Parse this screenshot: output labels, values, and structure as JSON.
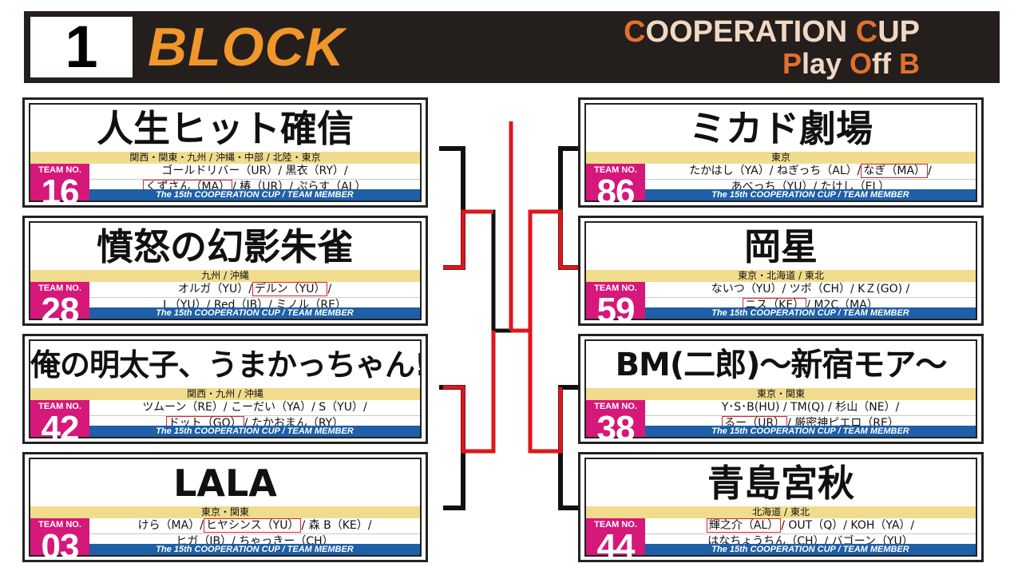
{
  "header": {
    "block_number": "1",
    "block_label": "BLOCK",
    "cup_line1_a": "C",
    "cup_line1_b": "OOPERATION ",
    "cup_line1_c": "C",
    "cup_line1_d": "UP",
    "cup_line2_a": "P",
    "cup_line2_b": "lay ",
    "cup_line2_c": "O",
    "cup_line2_d": "ff ",
    "cup_line2_e": "B"
  },
  "colors": {
    "header_bg": "#241f1c",
    "block_orange": "#f0962a",
    "badge_magenta": "#d5187a",
    "region_yellow": "#f0dc8c",
    "footer_blue": "#1e5fa8",
    "highlight_red": "#d8262d",
    "bracket_black": "#111111",
    "bracket_red": "#e0161b"
  },
  "common": {
    "team_no_label": "TEAM NO.",
    "footer_text": "The 15th COOPERATION CUP / TEAM MEMBER"
  },
  "left_teams": [
    {
      "name": "人生ヒット確信",
      "region": "関西・関東・九州 / 沖縄・中部 / 北陸・東京",
      "number": "16",
      "line1_pre": "ゴールドリバー（UR）/ 黒衣（RY）/",
      "line1_hl": "",
      "line1_post": "",
      "line2_pre": "",
      "line2_hl": "くずさん（MA）",
      "line2_post": "/ 椿（UR）/ ぷらす（AL）"
    },
    {
      "name": "憤怒の幻影朱雀",
      "region": "九州 / 沖縄",
      "number": "28",
      "line1_pre": "オルガ（YU）/",
      "line1_hl": "デルン（YU）",
      "line1_post": "/",
      "line2_pre": "L（YU）/ Red（IB）/ ミノル（RE）",
      "line2_hl": "",
      "line2_post": ""
    },
    {
      "name": "俺の明太子、うまかっちゃん!",
      "region": "関西・九州 / 沖縄",
      "number": "42",
      "line1_pre": "ツムーン（RE）/ こーだい（YA）/ S（YU）/",
      "line1_hl": "",
      "line1_post": "",
      "line2_pre": "",
      "line2_hl": "ドット（GO）",
      "line2_post": "/ たかおまん（RY）"
    },
    {
      "name": "LALA",
      "region": "東京・関東",
      "number": "03",
      "line1_pre": "けら（MA）/",
      "line1_hl": "ヒヤシンス（YU）",
      "line1_post": "/ 森 B（KE）/",
      "line2_pre": "ヒガ（IB）/ ちゃっきー（CH）",
      "line2_hl": "",
      "line2_post": ""
    }
  ],
  "right_teams": [
    {
      "name": "ミカド劇場",
      "region": "東京",
      "number": "86",
      "line1_pre": "たかはし（YA）/ ねぎっち（AL）/",
      "line1_hl": "なぎ（MA）",
      "line1_post": "/",
      "line2_pre": "あべっち（YU）/ たけし（EL）",
      "line2_hl": "",
      "line2_post": ""
    },
    {
      "name": "岡星",
      "region": "東京・北海道 / 東北",
      "number": "59",
      "line1_pre": "ないつ（YU）/ ツボ（CH）/ KＺ(GO) /",
      "line1_hl": "",
      "line1_post": "",
      "line2_pre": "",
      "line2_hl": "ニス（KE）",
      "line2_post": "/ M2C（MA）"
    },
    {
      "name": "BM(二郎)〜新宿モア〜",
      "region": "東京・関東",
      "number": "38",
      "line1_pre": "Y･S･B(HU) / TM(Q) / 杉山（NE）/",
      "line1_hl": "",
      "line1_post": "",
      "line2_pre": "",
      "line2_hl": "るー（UR）",
      "line2_post": "/ 厳密神ピエロ（RE）"
    },
    {
      "name": "青島宮秋",
      "region": "北海道 / 東北",
      "number": "44",
      "line1_pre": "",
      "line1_hl": "輝之介（AL）",
      "line1_post": "/ OUT（Q）/ KOH（YA）/",
      "line2_pre": "はなちょうちん（CH）/ バゴーン（YU）",
      "line2_hl": "",
      "line2_post": ""
    }
  ]
}
